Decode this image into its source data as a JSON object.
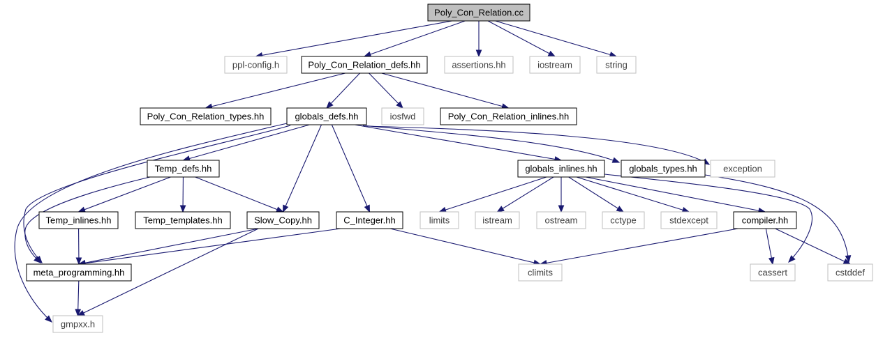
{
  "graph": {
    "edge_color": "#191970",
    "internal_border_color": "#000000",
    "external_border_color": "#bfbfbf",
    "root_fill_color": "#bfbfbf",
    "nodes": [
      {
        "id": "root",
        "label": "Poly_Con_Relation.cc",
        "kind": "root"
      },
      {
        "id": "ppl_config",
        "label": "ppl-config.h",
        "kind": "external"
      },
      {
        "id": "pcr_defs",
        "label": "Poly_Con_Relation_defs.hh",
        "kind": "internal"
      },
      {
        "id": "assertions",
        "label": "assertions.hh",
        "kind": "external"
      },
      {
        "id": "iostream",
        "label": "iostream",
        "kind": "external"
      },
      {
        "id": "string",
        "label": "string",
        "kind": "external"
      },
      {
        "id": "pcr_types",
        "label": "Poly_Con_Relation_types.hh",
        "kind": "internal"
      },
      {
        "id": "globals_defs",
        "label": "globals_defs.hh",
        "kind": "internal"
      },
      {
        "id": "iosfwd",
        "label": "iosfwd",
        "kind": "external"
      },
      {
        "id": "pcr_inlines",
        "label": "Poly_Con_Relation_inlines.hh",
        "kind": "internal"
      },
      {
        "id": "temp_defs",
        "label": "Temp_defs.hh",
        "kind": "internal"
      },
      {
        "id": "globals_inlines",
        "label": "globals_inlines.hh",
        "kind": "internal"
      },
      {
        "id": "globals_types",
        "label": "globals_types.hh",
        "kind": "internal"
      },
      {
        "id": "exception",
        "label": "exception",
        "kind": "external"
      },
      {
        "id": "temp_inlines",
        "label": "Temp_inlines.hh",
        "kind": "internal"
      },
      {
        "id": "temp_templates",
        "label": "Temp_templates.hh",
        "kind": "internal"
      },
      {
        "id": "slow_copy",
        "label": "Slow_Copy.hh",
        "kind": "internal"
      },
      {
        "id": "c_integer",
        "label": "C_Integer.hh",
        "kind": "internal"
      },
      {
        "id": "limits",
        "label": "limits",
        "kind": "external"
      },
      {
        "id": "istream",
        "label": "istream",
        "kind": "external"
      },
      {
        "id": "ostream",
        "label": "ostream",
        "kind": "external"
      },
      {
        "id": "cctype",
        "label": "cctype",
        "kind": "external"
      },
      {
        "id": "stdexcept",
        "label": "stdexcept",
        "kind": "external"
      },
      {
        "id": "compiler",
        "label": "compiler.hh",
        "kind": "internal"
      },
      {
        "id": "meta_prog",
        "label": "meta_programming.hh",
        "kind": "internal"
      },
      {
        "id": "climits",
        "label": "climits",
        "kind": "external"
      },
      {
        "id": "cassert",
        "label": "cassert",
        "kind": "external"
      },
      {
        "id": "cstddef",
        "label": "cstddef",
        "kind": "external"
      },
      {
        "id": "gmpxx",
        "label": "gmpxx.h",
        "kind": "external"
      }
    ],
    "edges": [
      {
        "from": "root",
        "to": "ppl_config"
      },
      {
        "from": "root",
        "to": "pcr_defs"
      },
      {
        "from": "root",
        "to": "assertions"
      },
      {
        "from": "root",
        "to": "iostream"
      },
      {
        "from": "root",
        "to": "string"
      },
      {
        "from": "pcr_defs",
        "to": "pcr_types"
      },
      {
        "from": "pcr_defs",
        "to": "globals_defs"
      },
      {
        "from": "pcr_defs",
        "to": "iosfwd"
      },
      {
        "from": "pcr_defs",
        "to": "pcr_inlines"
      },
      {
        "from": "globals_defs",
        "to": "temp_defs"
      },
      {
        "from": "globals_defs",
        "to": "slow_copy"
      },
      {
        "from": "globals_defs",
        "to": "c_integer"
      },
      {
        "from": "globals_defs",
        "to": "meta_prog"
      },
      {
        "from": "globals_defs",
        "to": "gmpxx"
      },
      {
        "from": "globals_defs",
        "to": "globals_inlines"
      },
      {
        "from": "globals_defs",
        "to": "globals_types"
      },
      {
        "from": "globals_defs",
        "to": "exception"
      },
      {
        "from": "temp_defs",
        "to": "temp_inlines"
      },
      {
        "from": "temp_defs",
        "to": "temp_templates"
      },
      {
        "from": "temp_defs",
        "to": "slow_copy"
      },
      {
        "from": "temp_defs",
        "to": "meta_prog"
      },
      {
        "from": "temp_inlines",
        "to": "meta_prog"
      },
      {
        "from": "slow_copy",
        "to": "meta_prog"
      },
      {
        "from": "slow_copy",
        "to": "gmpxx"
      },
      {
        "from": "c_integer",
        "to": "meta_prog"
      },
      {
        "from": "c_integer",
        "to": "climits"
      },
      {
        "from": "meta_prog",
        "to": "gmpxx"
      },
      {
        "from": "globals_inlines",
        "to": "limits"
      },
      {
        "from": "globals_inlines",
        "to": "istream"
      },
      {
        "from": "globals_inlines",
        "to": "ostream"
      },
      {
        "from": "globals_inlines",
        "to": "cctype"
      },
      {
        "from": "globals_inlines",
        "to": "stdexcept"
      },
      {
        "from": "globals_inlines",
        "to": "compiler"
      },
      {
        "from": "globals_inlines",
        "to": "cassert"
      },
      {
        "from": "compiler",
        "to": "cassert"
      },
      {
        "from": "compiler",
        "to": "cstddef"
      },
      {
        "from": "compiler",
        "to": "climits"
      },
      {
        "from": "globals_types",
        "to": "cstddef"
      }
    ]
  }
}
